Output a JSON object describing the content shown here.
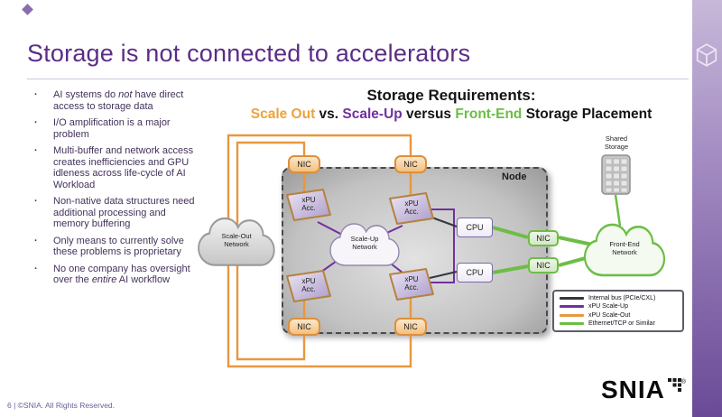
{
  "slide": {
    "title": "Storage is not connected to accelerators",
    "footer": "6 | ©SNIA. All Rights Reserved.",
    "logo_text": "SNIA",
    "logo_reg": "®"
  },
  "bullets": {
    "marker": "·",
    "items": [
      {
        "runs": [
          {
            "text": "AI systems do "
          },
          {
            "text": "not",
            "italic": true
          },
          {
            "text": " have direct access to storage data"
          }
        ]
      },
      {
        "runs": [
          {
            "text": "I/O amplification is a major problem"
          }
        ]
      },
      {
        "runs": [
          {
            "text": "Multi-buffer and network access creates inefficiencies and GPU idleness across life-cycle of AI Workload"
          }
        ]
      },
      {
        "runs": [
          {
            "text": "Non-native data structures need additional processing and memory buffering"
          }
        ]
      },
      {
        "runs": [
          {
            "text": "Only means to currently solve these problems is proprietary"
          }
        ]
      },
      {
        "runs": [
          {
            "text": "No one company has oversight over the "
          },
          {
            "text": "entire",
            "italic": true
          },
          {
            "text": " AI workflow"
          }
        ]
      }
    ]
  },
  "diagram": {
    "heading_line1": "Storage Requirements:",
    "heading_line2": [
      {
        "text": "Scale Out",
        "color": "#EBA33F"
      },
      {
        "text": " vs. ",
        "color": "#141414"
      },
      {
        "text": "Scale-Up",
        "color": "#7030A0"
      },
      {
        "text": " versus ",
        "color": "#141414"
      },
      {
        "text": "Front-End",
        "color": "#6CBE45"
      },
      {
        "text": " Storage Placement",
        "color": "#141414"
      }
    ],
    "nodes": {
      "node_label": "Node",
      "scale_out_cloud": "Scale-Out Network",
      "scale_up_cloud": "Scale-Up Network",
      "front_end_cloud": "Front-End Network",
      "shared_storage": "Shared Storage",
      "nic": "NIC",
      "cpu": "CPU",
      "xpu_line1": "xPU",
      "xpu_line2": "Acc."
    },
    "legend": {
      "items": [
        {
          "label": "Internal bus (PCIe/CXL)",
          "color": "#35353f"
        },
        {
          "label": "xPU Scale-Up",
          "color": "#7030A0"
        },
        {
          "label": "xPU Scale-Out",
          "color": "#E8973F"
        },
        {
          "label": "Ethernet/TCP or Similar",
          "color": "#6CBE45"
        }
      ]
    },
    "colors": {
      "scale_out_orange": "#E8973F",
      "scale_up_purple": "#7030A0",
      "front_end_green": "#6CBE45",
      "internal_bus_dark": "#35353f",
      "title_purple": "#5b2d86"
    }
  }
}
